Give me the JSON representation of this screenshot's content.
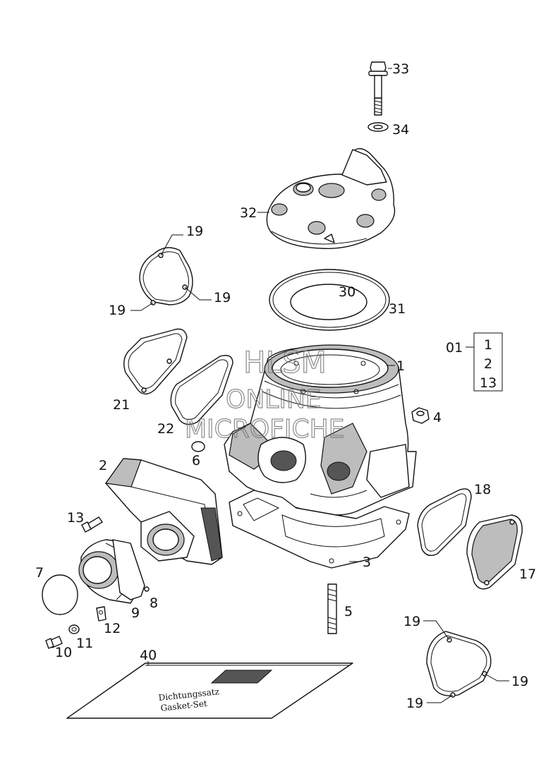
{
  "watermark": {
    "line1": "HLSM",
    "line2": "ONLINE",
    "line3": "MICROFICHE"
  },
  "callouts": {
    "c33": "33",
    "c34": "34",
    "c32": "32",
    "c19a": "19",
    "c19b": "19",
    "c19c": "19",
    "c30": "30",
    "c31": "31",
    "c01": "01",
    "c01_1": "1",
    "c01_2": "2",
    "c01_13": "13",
    "c1": "1",
    "c21": "21",
    "c22": "22",
    "c4": "4",
    "c6": "6",
    "c2": "2",
    "c18": "18",
    "c13": "13",
    "c3": "3",
    "c17": "17",
    "c7": "7",
    "c8": "8",
    "c9": "9",
    "c12": "12",
    "c5": "5",
    "c10": "10",
    "c11": "11",
    "c19d": "19",
    "c19e": "19",
    "c19f": "19",
    "c40": "40"
  },
  "gasket_set_packet": {
    "line1": "Dichtungssatz",
    "line2": "Gasket-Set"
  }
}
